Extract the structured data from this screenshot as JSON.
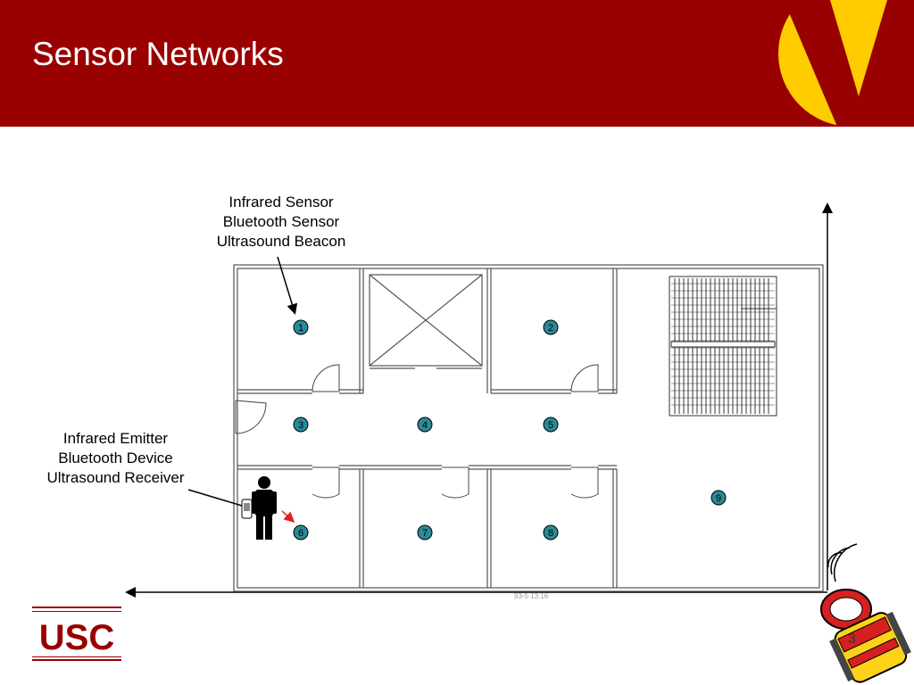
{
  "slide": {
    "title": "Sensor Networks",
    "page_number": "3",
    "logo_text": "USC"
  },
  "labels": {
    "sensor_lines": [
      "Infrared Sensor",
      "Bluetooth Sensor",
      "Ultrasound Beacon"
    ],
    "emitter_lines": [
      "Infrared Emitter",
      "Bluetooth Device",
      "Ultrasound Receiver"
    ]
  },
  "nodes": [
    "1",
    "2",
    "3",
    "4",
    "5",
    "6",
    "7",
    "8",
    "9"
  ],
  "plan": {
    "stamp_text": "93-5 13:16"
  },
  "colors": {
    "header": "#990000",
    "node_fill": "#2a8a97",
    "logo_yellow": "#ffcc00",
    "robot_red": "#d62020",
    "robot_yellow": "#ffd21a"
  }
}
